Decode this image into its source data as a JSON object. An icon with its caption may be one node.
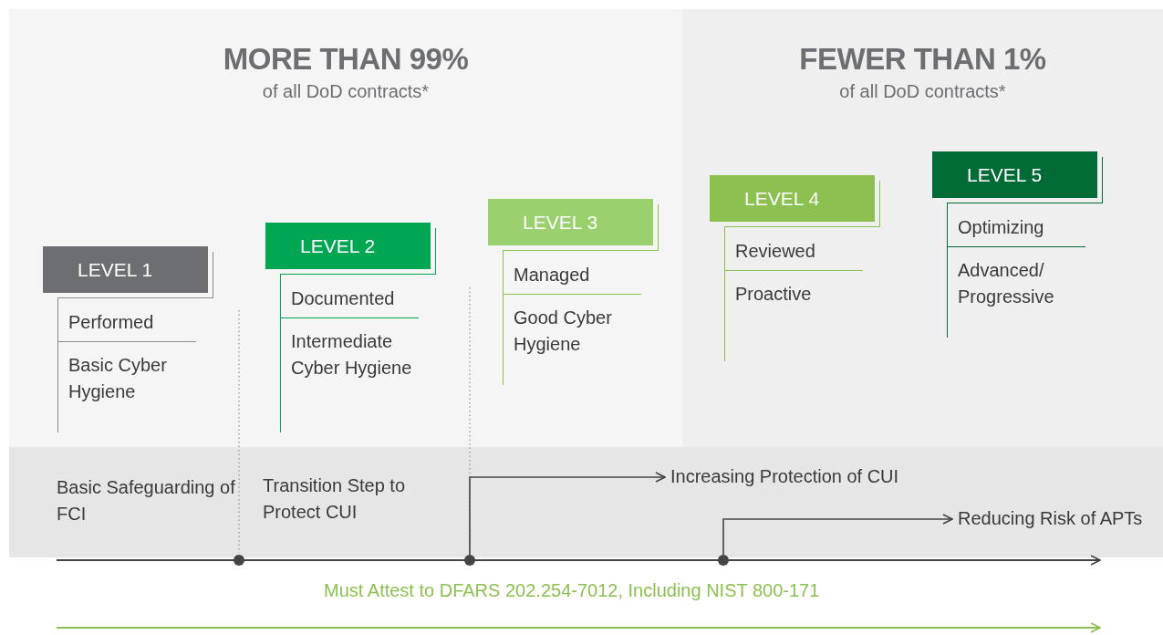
{
  "diagram": {
    "nodes": [
      {
        "text": [
          "MORE THAN 99%",
          "of all DoD contracts*"
        ]
      },
      {
        "text": [
          "FEWER THAN 1%",
          "of all DoD contracts*"
        ]
      },
      {
        "text": [
          "LEVEL 1",
          "Performed",
          "Basic Cyber Hygiene"
        ],
        "in": 0
      },
      {
        "text": [
          "LEVEL 2",
          "Documented",
          "Intermediate Cyber Hygiene"
        ],
        "in": 0
      },
      {
        "text": [
          "LEVEL 3",
          "Managed",
          "Good Cyber Hygiene"
        ],
        "in": 0
      },
      {
        "text": [
          "LEVEL 4",
          "Reviewed",
          "Proactive"
        ],
        "in": 1
      },
      {
        "text": [
          "LEVEL 5",
          "Optimizing",
          "Advanced/ Progressive"
        ],
        "in": 1
      },
      {
        "text": [],
        "shape": "band"
      },
      {
        "text": [
          "Basic Safeguarding of FCI"
        ],
        "in": 7
      },
      {
        "text": [
          "Transition Step to Protect CUI"
        ],
        "in": 7
      },
      {
        "text": [
          "Increasing Protection of CUI"
        ],
        "in": 7
      },
      {
        "text": [
          "Reducing Risk of APTs"
        ],
        "in": 7
      },
      {
        "text": [],
        "shape": "circle"
      },
      {
        "text": [],
        "shape": "circle"
      },
      {
        "text": [],
        "shape": "circle"
      }
    ],
    "edges": [
      {
        "from": 13,
        "to": 10,
        "arrow": "to"
      },
      {
        "from": 14,
        "to": 11,
        "arrow": "to"
      }
    ],
    "labels": [
      "Must Attest to DFARS 202.254-7012, Including NIST 800-171"
    ]
  }
}
